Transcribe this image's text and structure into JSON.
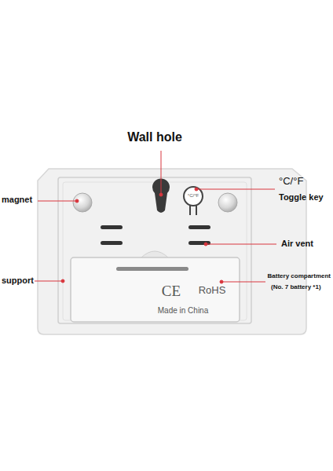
{
  "diagram": {
    "labels": [
      "Wall hole",
      "°C/°F",
      "magnet",
      "Toggle key",
      "Air vent",
      "support",
      "Battery compartment",
      "(No. 7 battery *1)",
      "°C/°F",
      "CE",
      "RoHS",
      "Made in China"
    ]
  }
}
